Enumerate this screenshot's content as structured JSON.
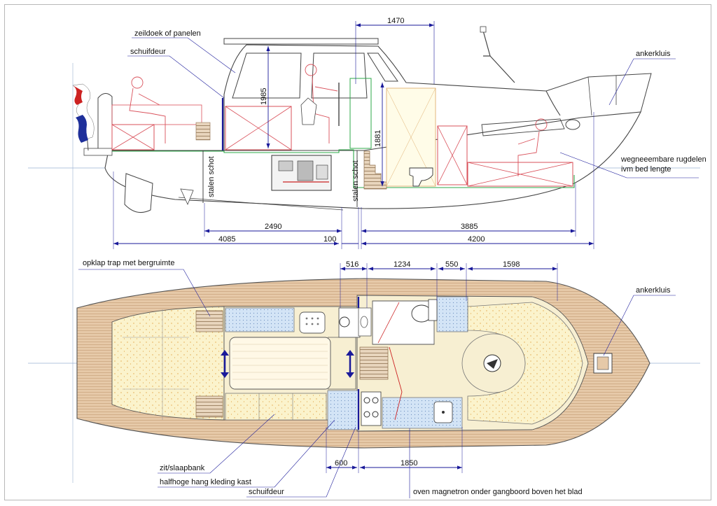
{
  "labels": {
    "sail_panels": "zeildoek of panelen",
    "sliding_door_top": "schuifdeur",
    "anchor_locker_top": "ankerkluis",
    "removable_backrests_1": "wegneeembare rugdelen",
    "removable_backrests_2": "ivm bed lengte",
    "steel_bulkhead_1": "stalen schot",
    "steel_bulkhead_2": "stalen schot",
    "folding_stairs": "opklap trap met bergruimte",
    "anchor_locker_plan": "ankerkluis",
    "seat_bed": "zit/slaapbank",
    "half_height_wardrobe": "halfhoge hang kleding kast",
    "sliding_door_plan": "schuifdeur",
    "oven_note": "oven magnetron onder gangboord boven het blad"
  },
  "dimensions": {
    "d1470": "1470",
    "d1985": "1985",
    "d1881": "1881",
    "d2490": "2490",
    "d3885": "3885",
    "d4085": "4085",
    "d100": "100",
    "d4200": "4200",
    "d516": "516",
    "d1234": "1234",
    "d550": "550",
    "d1598": "1598",
    "d600": "600",
    "d1850": "1850"
  },
  "colors": {
    "hull_line": "#444444",
    "dimension_line": "#1a1a9a",
    "interior_green": "#2ea84a",
    "furniture_red": "#d9505a",
    "wood_deck": "#d9b896",
    "cushion_yellow": "#fbf2c8",
    "floor_cream": "#f7efd2",
    "cabinet_blue": "#d6e6f6",
    "flag_red": "#cc2222",
    "flag_blue": "#1e2f9a"
  }
}
